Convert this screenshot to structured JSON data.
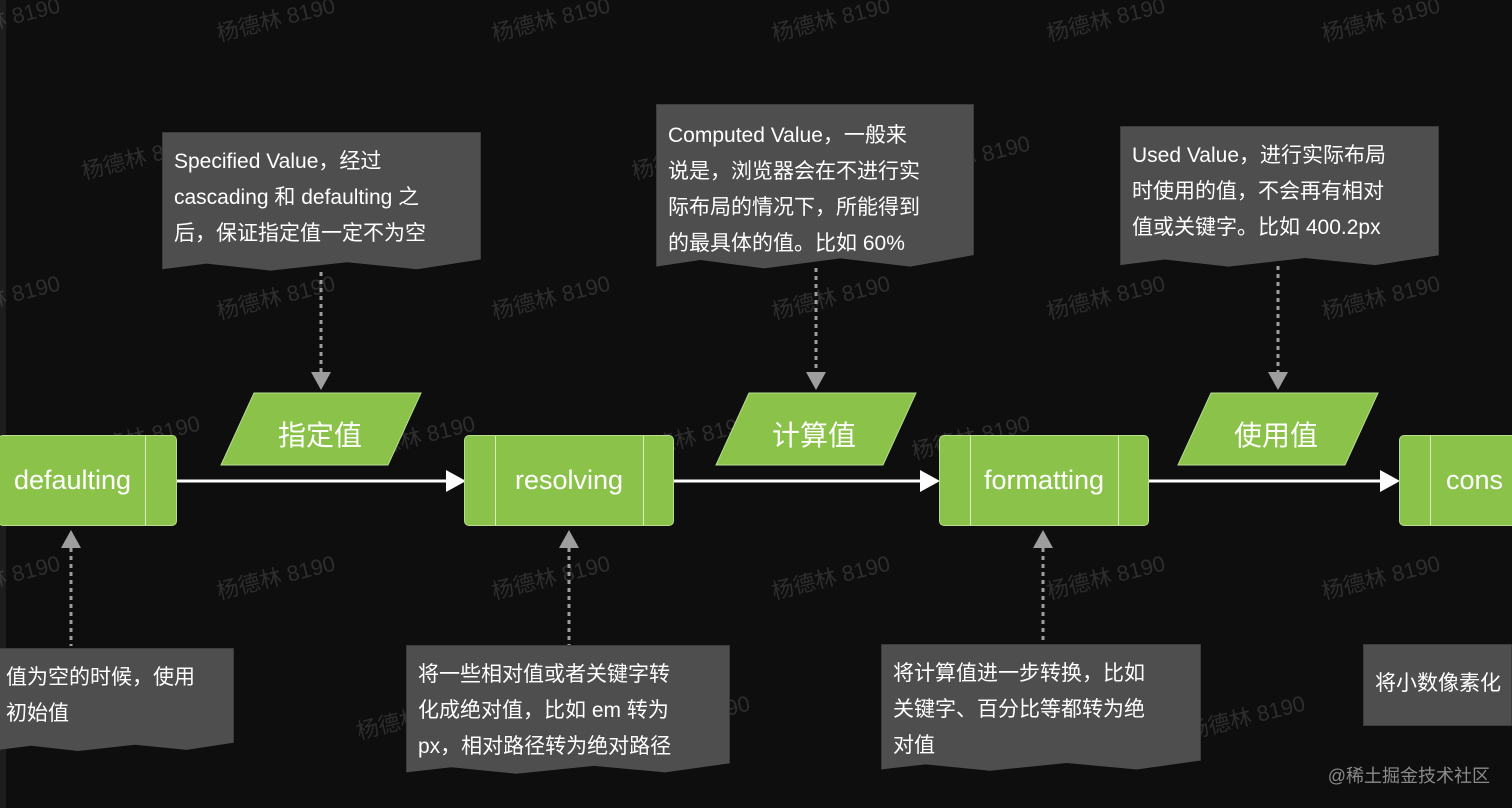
{
  "diagram": {
    "processes": [
      {
        "id": "defaulting",
        "label": "defaulting"
      },
      {
        "id": "resolving",
        "label": "resolving"
      },
      {
        "id": "formatting",
        "label": "formatting"
      },
      {
        "id": "constraining",
        "label": "cons"
      }
    ],
    "values": [
      {
        "id": "specified",
        "label": "指定值"
      },
      {
        "id": "computed",
        "label": "计算值"
      },
      {
        "id": "used",
        "label": "使用值"
      }
    ],
    "top_notes": [
      {
        "id": "specified-note",
        "lines": [
          "Specified Value，经过",
          "cascading 和 defaulting 之",
          "后，保证指定值一定不为空"
        ]
      },
      {
        "id": "computed-note",
        "lines": [
          "Computed Value，一般来",
          "说是，浏览器会在不进行实",
          "际布局的情况下，所能得到",
          "的最具体的值。比如 60%"
        ]
      },
      {
        "id": "used-note",
        "lines": [
          "Used Value，进行实际布局",
          "时使用的值，不会再有相对",
          "值或关键字。比如 400.2px"
        ]
      }
    ],
    "bottom_notes": [
      {
        "id": "defaulting-note",
        "lines": [
          "值为空的时候，使用",
          "初始值"
        ]
      },
      {
        "id": "resolving-note",
        "lines": [
          "将一些相对值或者关键字转",
          "化成绝对值，比如 em 转为",
          "px，相对路径转为绝对路径"
        ]
      },
      {
        "id": "formatting-note",
        "lines": [
          "将计算值进一步转换，比如",
          "关键字、百分比等都转为绝",
          "对值"
        ]
      },
      {
        "id": "constraining-note",
        "lines": [
          "将小数像素化"
        ]
      }
    ]
  },
  "watermark": "杨德林 8190",
  "credit": "@稀土掘金技术社区",
  "colors": {
    "background": "#0e0e0e",
    "process_fill": "#8bc34a",
    "note_fill": "#4e4e4e",
    "arrow": "#ffffff",
    "dotted_arrow": "#9e9e9e"
  }
}
